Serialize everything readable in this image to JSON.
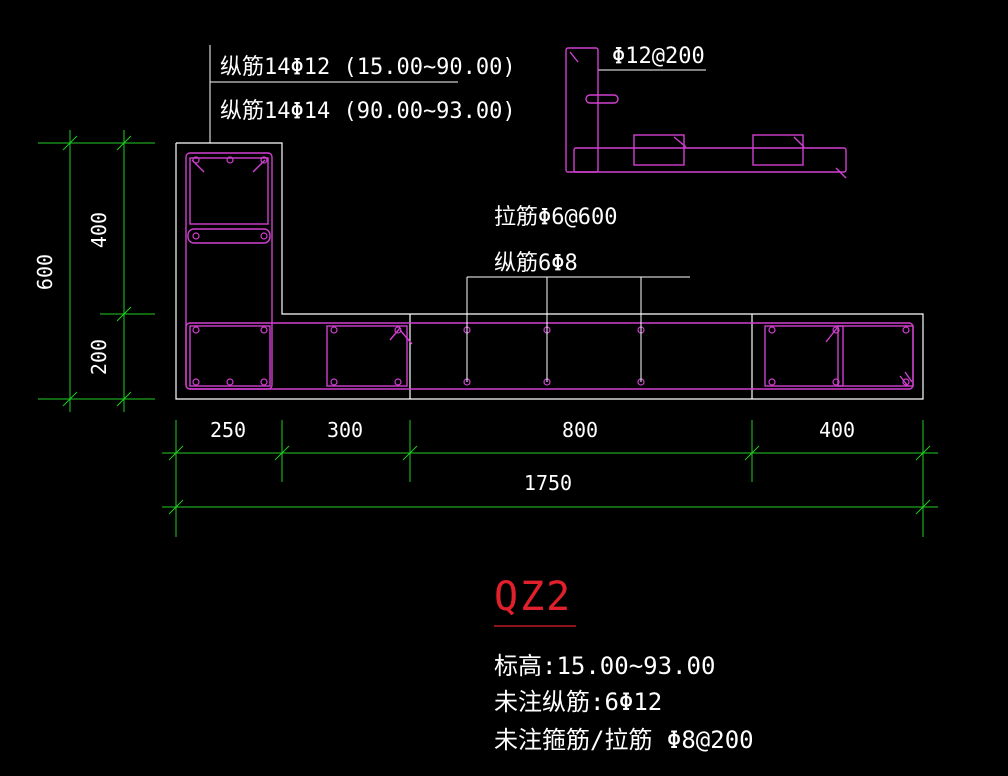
{
  "colors": {
    "background": "#000000",
    "outline": "#ffffff",
    "rebar": "#d040d0",
    "dimension": "#22cc22",
    "title": "#e0202a",
    "text": "#ffffff"
  },
  "callout_long": {
    "line1": "纵筋14Φ12 (15.00~90.00)",
    "line2": "纵筋14Φ14 (90.00~93.00)"
  },
  "callout_tie": {
    "line1": "拉筋Φ6@600",
    "line2": "纵筋6Φ8"
  },
  "detail_label": "Φ12@200",
  "dims_vertical": {
    "total": "600",
    "upper": "400",
    "lower": "200"
  },
  "dims_horizontal": {
    "segments": [
      "250",
      "300",
      "800",
      "400"
    ],
    "total": "1750"
  },
  "title": "QZ2",
  "notes": [
    "标高:15.00~93.00",
    "未注纵筋:6Φ12",
    "未注箍筋/拉筋  Φ8@200"
  ]
}
